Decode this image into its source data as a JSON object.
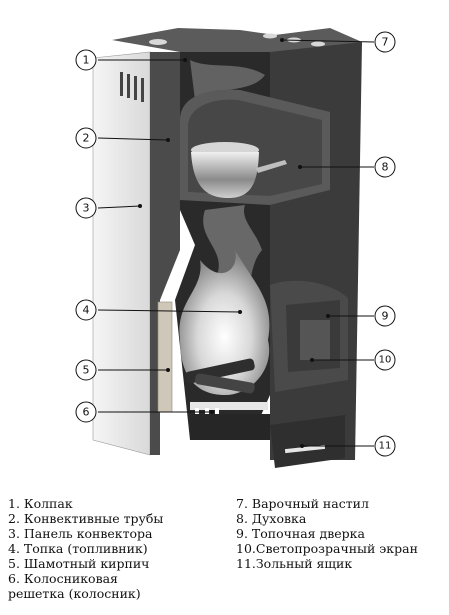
{
  "diagram": {
    "callouts": [
      {
        "num": "1"
      },
      {
        "num": "2"
      },
      {
        "num": "3"
      },
      {
        "num": "4"
      },
      {
        "num": "5"
      },
      {
        "num": "6"
      },
      {
        "num": "7"
      },
      {
        "num": "8"
      },
      {
        "num": "9"
      },
      {
        "num": "10"
      },
      {
        "num": "11"
      }
    ]
  },
  "legend": {
    "left": [
      "1.  Колпак",
      "2.  Конвективные трубы",
      "3.  Панель конвектора",
      "4.  Топка (топливник)",
      "5.  Шамотный кирпич",
      "6.  Колосниковая",
      "решетка (колосник)"
    ],
    "right": [
      "7.  Варочный настил",
      "8.  Духовка",
      "9.  Топочная дверка",
      "10.Светопрозрачный экран",
      "11.Зольный ящик"
    ]
  },
  "colors": {
    "body_dark": "#2b2b2b",
    "body_mid": "#6a6a6a",
    "panel_light": "#e9e9e9",
    "fire": "#f3efe6",
    "callout_stroke": "#111111"
  }
}
